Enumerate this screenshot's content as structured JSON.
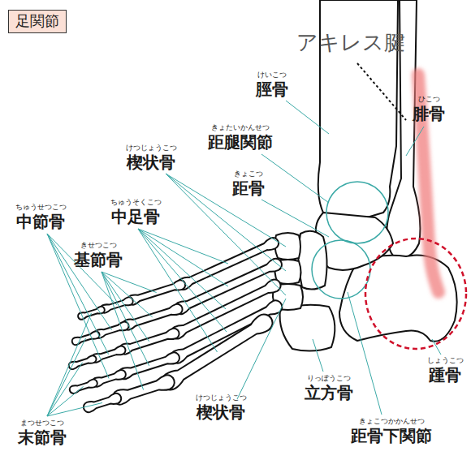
{
  "diagram": {
    "nodes": [
      {
        "text": [
          "足関節"
        ]
      }
    ],
    "labels": [
      "アキレス腱",
      "けいこつ",
      "脛骨",
      "ひこつ",
      "腓骨",
      "きょたいかんせつ",
      "距腿関節",
      "けつじょうこつ",
      "楔状骨",
      "きょこつ",
      "距骨",
      "ちゅうせつこつ",
      "中節骨",
      "ちゅうそくこつ",
      "中足骨",
      "きせつこつ",
      "基節骨",
      "まつせつこつ",
      "末節骨",
      "けつじょうこつ",
      "楔状骨",
      "りっぽうこつ",
      "立方骨",
      "きょこつかかんせつ",
      "距骨下関節",
      "しょうこつ",
      "踵骨"
    ]
  }
}
